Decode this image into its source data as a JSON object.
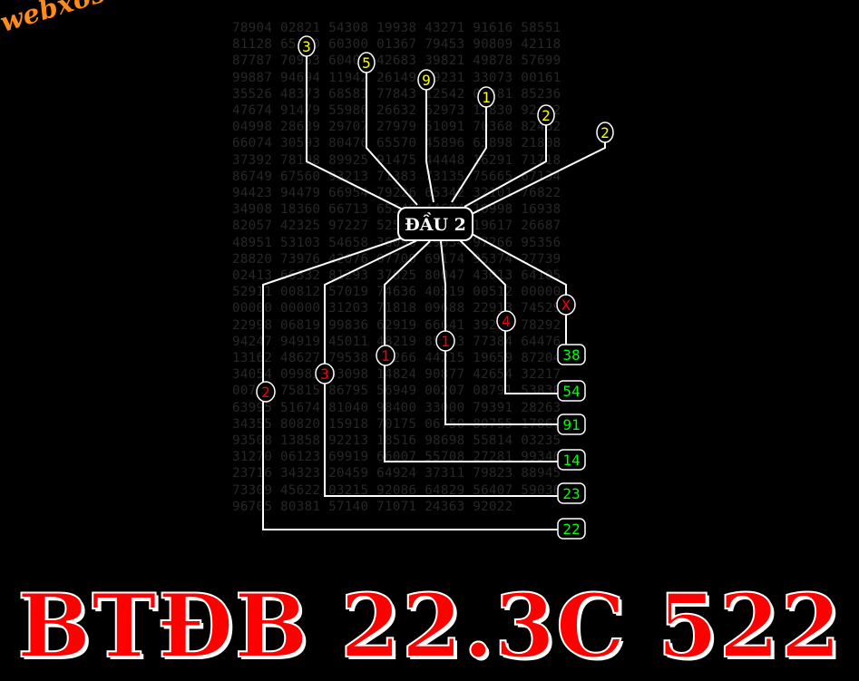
{
  "brand": "webxoso.net",
  "number_grid": [
    "78904 02821 54308 19938 43271 91616 58551",
    "81128 65100 60300 01367 79453 90809 42118",
    "87787 70953 60406 42683 39821 49878 57699",
    "99887 94694 11942 26149 89231 33073 00161",
    "35526 48373 68581 77843 12542 01381 85236",
    "47674 91479 55986 26632 62973 12830 92452",
    "04998 28639 29707 27979 51091 70368 82462",
    "66074 30593 80476 65570 45896 63898 21808",
    "37392 78198 89925 91475 44448 16291 71718",
    "86749 67560 93213 71383 73135 75665 67134",
    "94423 94479 66954 79226 65342 32101 76822",
    "34908 18360 66713 65549 44684 10998 16938",
    "82057 42325 97227 52548 24198 19617 26687",
    "48951 53103 54658 36096 29934 97266 95356",
    "28820 73976 42076 07700 69174 95374 27739",
    "02413 66332 81293 37825 80047 43013 64105",
    "52911 00812 57019 74636 40519 00512 00000",
    "00000 00000 31203 71818 09688 22913 74529",
    "22998 06819 99836 62919 66641 39238 78292",
    "94247 94919 45011 48219 85513 77384 64476",
    "13162 48627 79538 45266 44215 19659 87204",
    "34054 09983 83098 14824 90877 42654 32217",
    "00795 75815 86795 56949 00207 08791 53838",
    "63995 51674 81040 98400 33000 79391 28263",
    "34355 80820 15918 70175 06750 80755 17867",
    "93508 13858 92213 18516 98698 55814 03235",
    "31270 06123 69919 66007 55708 27281 99346",
    "23716 34323 20459 64924 37311 79823 88945",
    "73309 45622 03215 92086 64829 56407 59036",
    "96705 80381 57140 71071 24363 92022"
  ],
  "center_label": "ĐẦU 2",
  "top_digits": [
    "3",
    "5",
    "9",
    "1",
    "2",
    "2"
  ],
  "mid_digits": [
    "2",
    "3",
    "1",
    "1",
    "4",
    "X"
  ],
  "results": [
    "38",
    "54",
    "91",
    "14",
    "23",
    "22"
  ],
  "colors": {
    "top_digit": "#ffff00",
    "mid_digit": "#ff0000",
    "result": "#00ff00",
    "brand": "#ff8a1e",
    "title": "#ff0000"
  },
  "title": "BTĐB 22.3C 522"
}
